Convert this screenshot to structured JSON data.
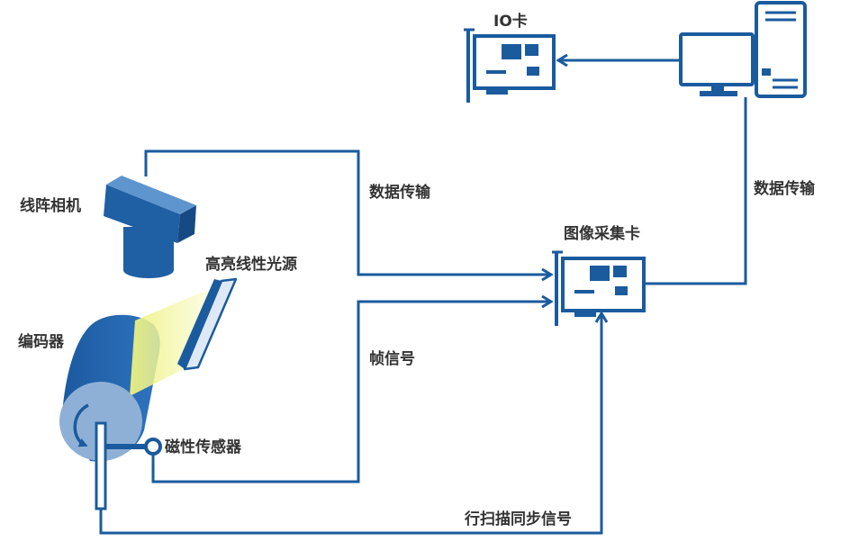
{
  "labels": {
    "io_card": "IO卡",
    "data_transfer_right": "数据传输",
    "capture_card": "图像采集卡",
    "line_camera": "线阵相机",
    "data_transfer_left": "数据传输",
    "light_source": "高亮线性光源",
    "encoder": "编码器",
    "magnetic_sensor": "磁性传感器",
    "frame_signal": "帧信号",
    "line_sync_signal": "行扫描同步信号"
  },
  "icons": {
    "computer": "computer-icon",
    "io_card": "io-card-icon",
    "capture_card": "capture-card-icon",
    "camera": "line-scan-camera-icon",
    "light": "light-source-icon",
    "encoder": "encoder-icon",
    "sensor": "magnetic-sensor-icon"
  },
  "colors": {
    "primary": "#1a5b9e",
    "encoder_face": "#8fb0d6",
    "beam": "#eef27a",
    "text": "#333333"
  }
}
